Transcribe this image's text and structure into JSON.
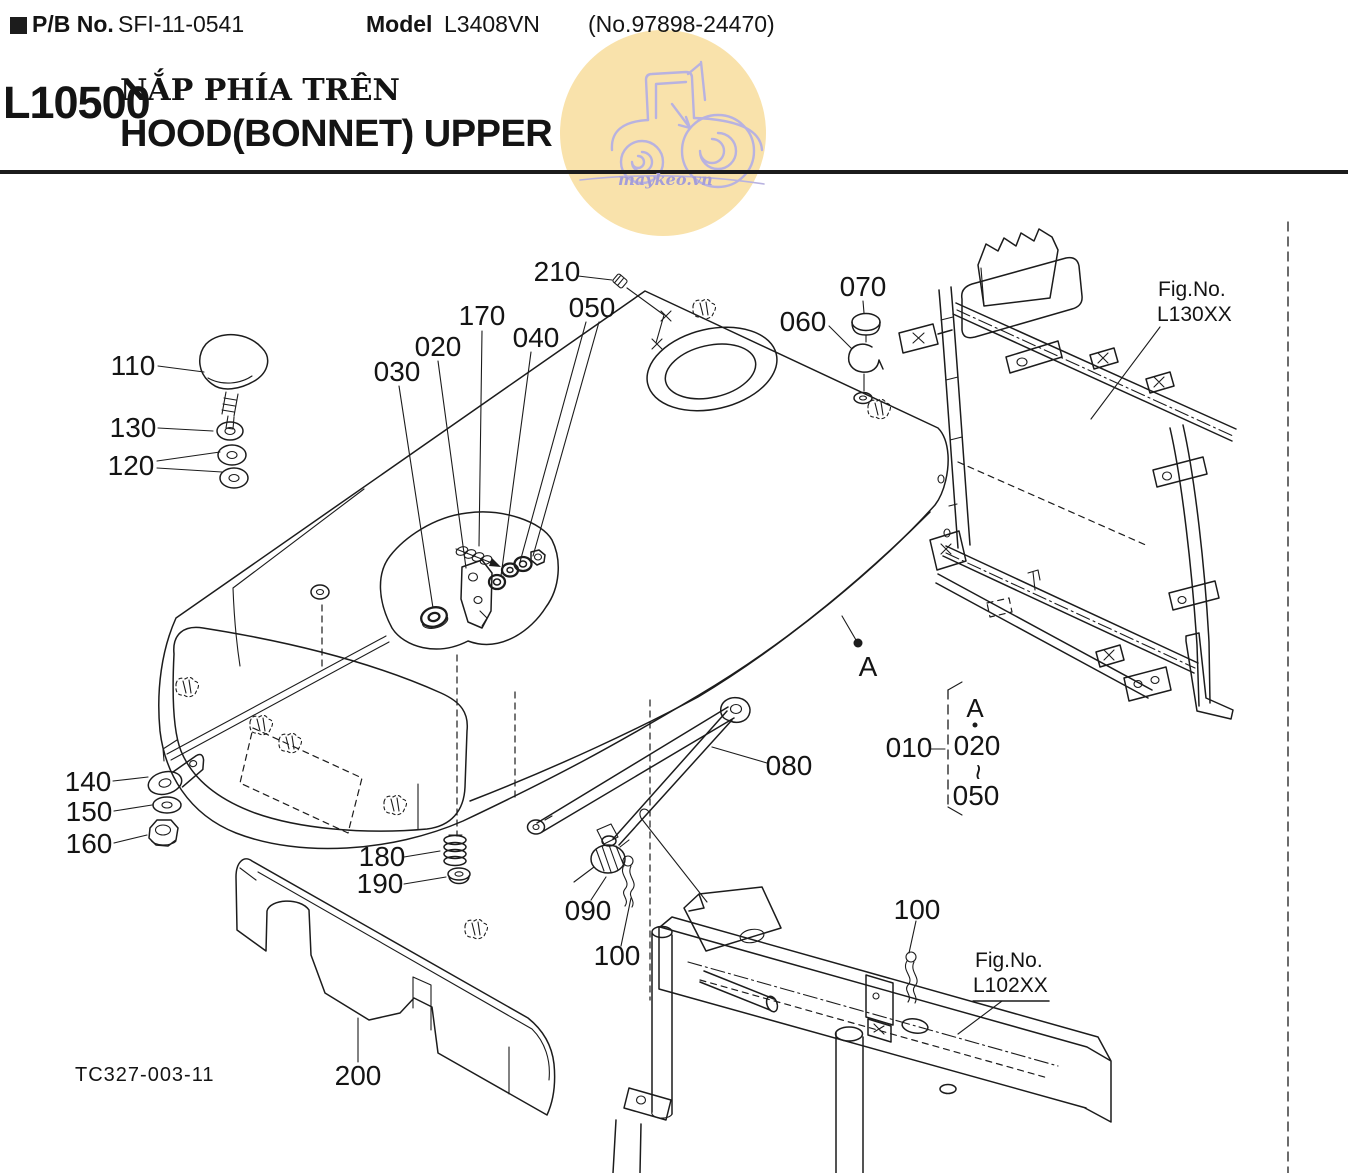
{
  "header": {
    "pb_label": "P/B No.",
    "pb_value": "SFI-11-0541",
    "model_label": "Model",
    "model_value": "L3408VN",
    "serial": "(No.97898-24470)"
  },
  "section": {
    "code": "L10500",
    "title_vi": "NẮP PHÍA TRÊN",
    "title_en": "HOOD(BONNET) UPPER"
  },
  "watermark": {
    "text": "maykeo.vn",
    "circle_color": "#f9e2ab",
    "line_color": "#b8b2e0",
    "text_color": "#a49dd8"
  },
  "diagram": {
    "labels": {
      "n210": "210",
      "n050": "050",
      "n040": "040",
      "n170": "170",
      "n020": "020",
      "n030": "030",
      "n110": "110",
      "n130": "130",
      "n120": "120",
      "n070": "070",
      "n060": "060",
      "n140": "140",
      "n150": "150",
      "n160": "160",
      "n180": "180",
      "n190": "190",
      "n090": "090",
      "n100_latch": "100",
      "n080": "080",
      "n100_frame": "100",
      "n200": "200",
      "n010": "010",
      "view_a": "A"
    },
    "group_010": {
      "ref_view": "A",
      "range_from": "020",
      "range_tilde": "~",
      "range_to": "050"
    },
    "figures": {
      "fig1_label": "Fig.No.",
      "fig1_value": "L130XX",
      "fig2_label": "Fig.No.",
      "fig2_value": "L102XX"
    }
  },
  "footer": {
    "drawing_number": "TC327-003-11"
  },
  "colors": {
    "line": "#1c1c1c",
    "background": "#ffffff"
  }
}
